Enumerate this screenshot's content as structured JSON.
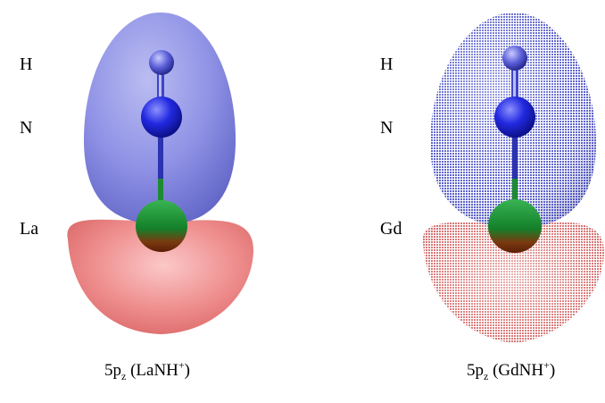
{
  "panels": [
    {
      "atom_labels": {
        "h": "H",
        "n": "N",
        "metal": "La"
      },
      "caption": {
        "prefix": "5p",
        "subscript": "z",
        "open": " (",
        "molecule": "LaNH",
        "superscript": "+",
        "close": ")"
      },
      "colors": {
        "upper_lobe": "#7b7fe0",
        "lower_lobe": "#ec7a7a",
        "n_atom": "#1a22d8",
        "h_atom": "#5b5fd8",
        "metal_atom": "#1f8a34",
        "bond": "#3d44c8"
      },
      "style": "solid"
    },
    {
      "atom_labels": {
        "h": "H",
        "n": "N",
        "metal": "Gd"
      },
      "caption": {
        "prefix": "5p",
        "subscript": "z",
        "open": " (",
        "molecule": "GdNH",
        "superscript": "+",
        "close": ")"
      },
      "colors": {
        "upper_lobe": "#7b7fe0",
        "lower_lobe": "#ec7a7a",
        "n_atom": "#1a22d8",
        "h_atom": "#5b5fd8",
        "metal_atom": "#1f8a34",
        "bond": "#3d44c8"
      },
      "style": "mesh"
    }
  ]
}
